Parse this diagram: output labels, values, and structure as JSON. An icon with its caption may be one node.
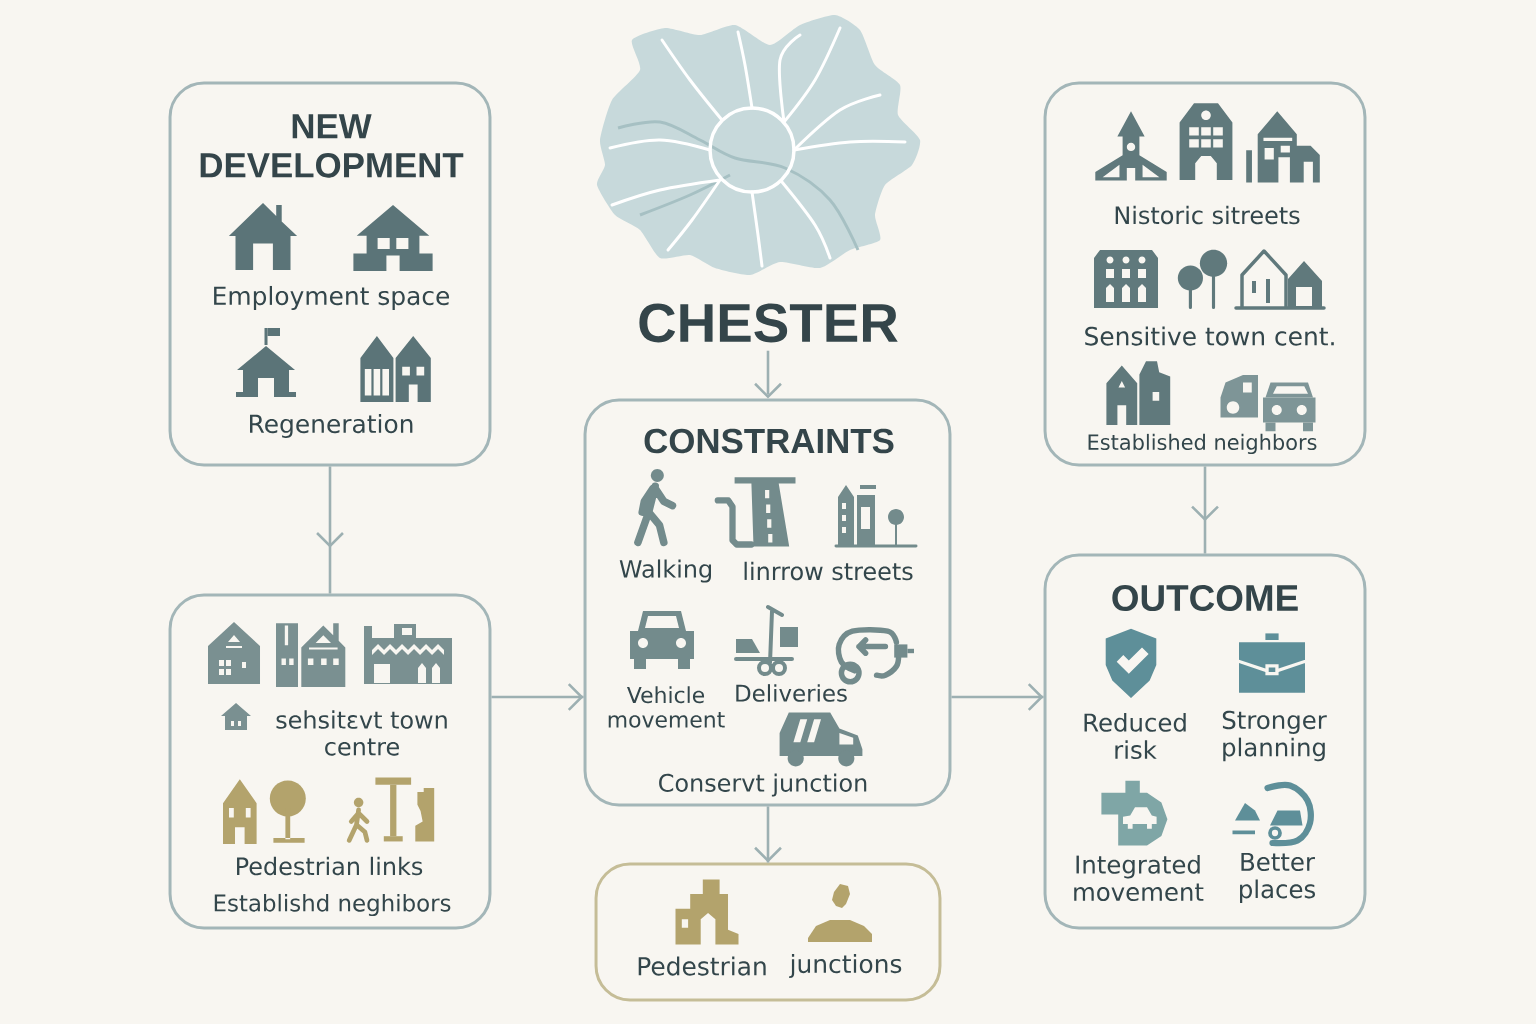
{
  "diagram": {
    "nodes": [
      {
        "text": [
          "NEW DEVELOPMENT",
          "Employment space",
          "Regeneration"
        ]
      },
      {
        "text": [
          "sehsitεvt town centre",
          "Pedestrian links",
          "Establishd neghibors"
        ]
      },
      {
        "text": [
          "CHESTER"
        ]
      },
      {
        "text": [
          "CONSTRAINTS",
          "Walking",
          "linrrow streets",
          "Vehicle movement",
          "Deliveries",
          "Conservt junction"
        ]
      },
      {
        "text": [
          "Pedestrian",
          "junctions"
        ]
      },
      {
        "text": [
          "Nistoric sitreets",
          "Sensitive town cent.",
          "Established neighbors"
        ]
      },
      {
        "text": [
          "OUTCOME",
          "Reduced risk",
          "Stronger planning",
          "Integrated movement",
          "Better places"
        ]
      }
    ],
    "edges": [
      {
        "from": 0,
        "to": 1,
        "arrow": "to"
      },
      {
        "from": 1,
        "to": 3,
        "arrow": "to"
      },
      {
        "from": 2,
        "to": 3,
        "arrow": "to"
      },
      {
        "from": 3,
        "to": 4,
        "arrow": "to"
      },
      {
        "from": 3,
        "to": 6,
        "arrow": "to"
      },
      {
        "from": 5,
        "to": 6,
        "arrow": "to"
      }
    ]
  }
}
